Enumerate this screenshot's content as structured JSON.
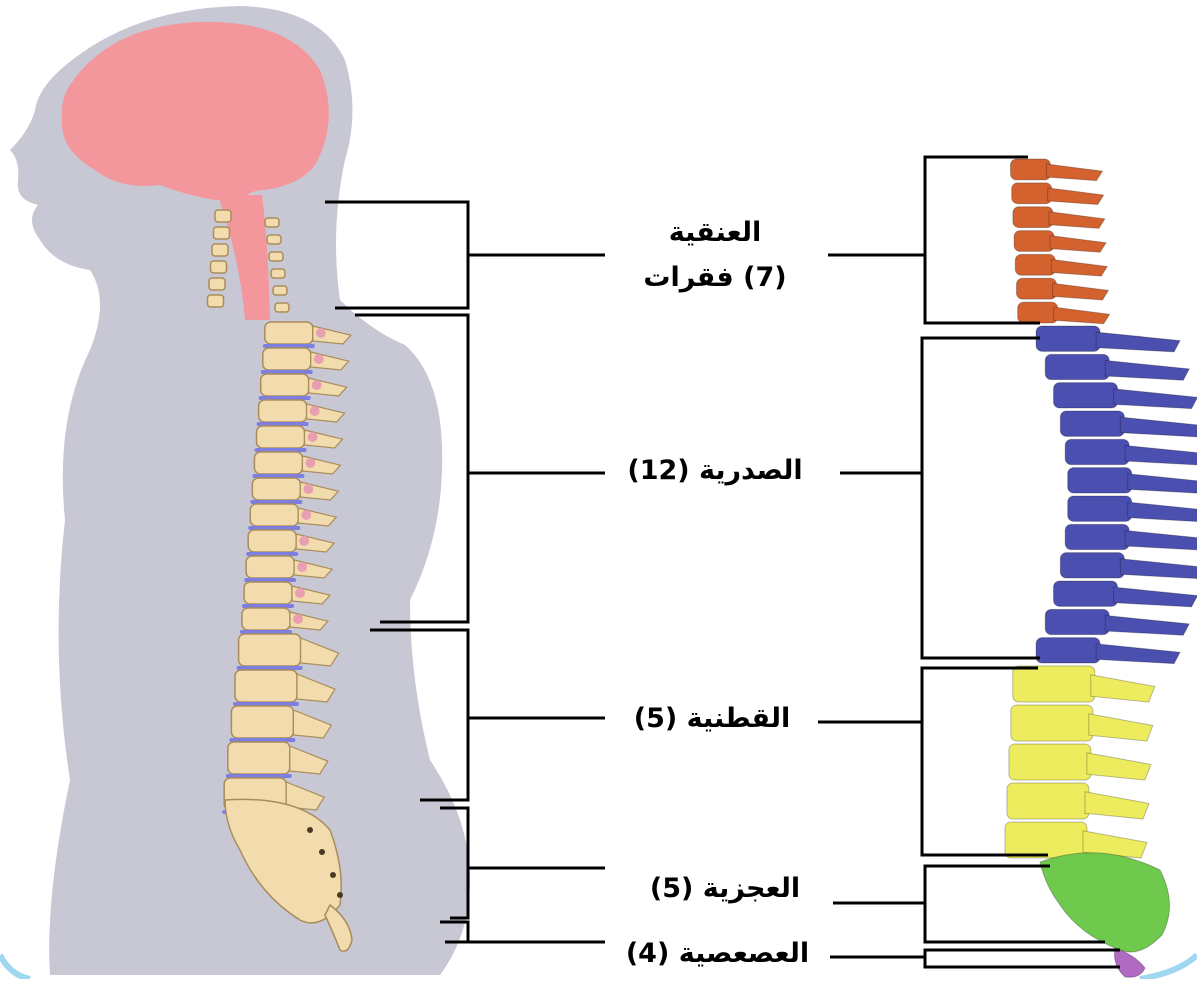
{
  "regions": [
    {
      "id": "cervical",
      "name": "العنقية",
      "detail": "(7) فقرات",
      "color": "#d4622e"
    },
    {
      "id": "thoracic",
      "name": "الصدرية (12)",
      "color": "#4a4fb0"
    },
    {
      "id": "lumbar",
      "name": "القطنية (5)",
      "color": "#ecec5e"
    },
    {
      "id": "sacral",
      "name": "العجزية (5)",
      "color": "#6ec94d"
    },
    {
      "id": "coccygeal",
      "name": "العصعصية (4)",
      "color": "#b06ac2"
    }
  ],
  "colors": {
    "body": "#c8c8d4",
    "brain": "#f4979c",
    "bone": "#f2dcae",
    "disc": "#7e7ee0"
  }
}
